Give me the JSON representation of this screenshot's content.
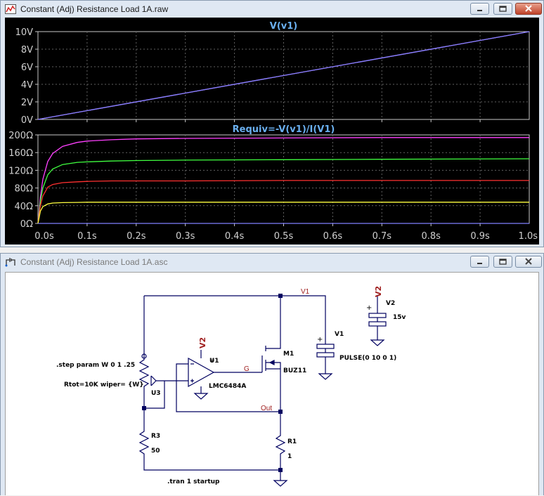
{
  "waveform_window": {
    "title": "Constant (Adj) Resistance Load 1A.raw",
    "buttons": [
      "minimize",
      "restore",
      "close"
    ]
  },
  "chart_data": [
    {
      "type": "line",
      "title": "V(v1)",
      "y_ticks": [
        "10V",
        "8V",
        "6V",
        "4V",
        "2V",
        "0V"
      ],
      "ylim": [
        0,
        10
      ],
      "xlim": [
        0,
        1
      ],
      "grid": true,
      "series": [
        {
          "color": "#e060e0",
          "x": [
            0,
            1
          ],
          "y": [
            0,
            10
          ]
        },
        {
          "color": "#8080ff",
          "x": [
            0,
            1
          ],
          "y": [
            0,
            10
          ]
        }
      ]
    },
    {
      "type": "line",
      "title": "Requiv=-V(v1)/I(V1)",
      "y_ticks": [
        "200Ω",
        "160Ω",
        "120Ω",
        "80Ω",
        "40Ω",
        "0Ω"
      ],
      "x_ticks": [
        "0.0s",
        "0.1s",
        "0.2s",
        "0.3s",
        "0.4s",
        "0.5s",
        "0.6s",
        "0.7s",
        "0.8s",
        "0.9s",
        "1.0s"
      ],
      "ylim": [
        0,
        200
      ],
      "xlim": [
        0,
        1
      ],
      "grid": true,
      "series": [
        {
          "color": "#ff40ff",
          "x": [
            0,
            0.005,
            0.01,
            0.02,
            0.03,
            0.05,
            0.08,
            0.1,
            0.15,
            0.2,
            0.3,
            0.5,
            0.7,
            1.0
          ],
          "y": [
            0,
            60,
            100,
            140,
            158,
            174,
            183,
            186,
            189,
            191,
            192,
            193,
            194,
            194
          ]
        },
        {
          "color": "#40ff40",
          "x": [
            0,
            0.005,
            0.01,
            0.02,
            0.03,
            0.05,
            0.08,
            0.1,
            0.15,
            0.2,
            0.3,
            0.5,
            0.7,
            1.0
          ],
          "y": [
            0,
            50,
            80,
            110,
            123,
            133,
            138,
            139,
            141,
            142,
            143,
            144,
            145,
            146
          ]
        },
        {
          "color": "#ff3030",
          "x": [
            0,
            0.005,
            0.01,
            0.02,
            0.03,
            0.05,
            0.08,
            0.1,
            0.15,
            0.2,
            0.3,
            0.5,
            0.7,
            1.0
          ],
          "y": [
            0,
            40,
            62,
            82,
            88,
            92,
            94,
            95,
            96,
            96,
            96,
            97,
            97,
            97
          ]
        },
        {
          "color": "#ffff40",
          "x": [
            0,
            0.005,
            0.01,
            0.02,
            0.03,
            0.05,
            0.08,
            0.1,
            0.15,
            0.2,
            0.3,
            0.5,
            0.7,
            1.0
          ],
          "y": [
            0,
            28,
            38,
            44,
            46,
            47,
            47.5,
            48,
            48,
            48,
            48,
            48,
            48,
            48
          ]
        },
        {
          "color": "#8080ff",
          "x": [
            0,
            1
          ],
          "y": [
            0,
            0
          ]
        }
      ]
    }
  ],
  "schematic_window": {
    "title": "Constant (Adj) Resistance Load 1A.asc",
    "buttons": [
      "minimize",
      "restore",
      "close"
    ]
  },
  "schematic": {
    "net_v1": "V1",
    "net_v2_top": "V2",
    "net_v2_opamp": "V2",
    "net_g": "G",
    "net_out": "Out",
    "u1_name": "U1",
    "u1_value": "LMC6484A",
    "m1_name": "M1",
    "m1_value": "BUZ11",
    "v1_name": "V1",
    "v1_value": "PULSE(0 10 0 1)",
    "v2_name": "V2",
    "v2_value": "15v",
    "u3_name": "U3",
    "u3_line1": ".step param W 0 1 .25",
    "u3_line2": "Rtot=10K wiper= {W}",
    "r3_name": "R3",
    "r3_value": "50",
    "r1_name": "R1",
    "r1_value": "1",
    "tran_directive": ".tran 1 startup",
    "plus": "+"
  }
}
